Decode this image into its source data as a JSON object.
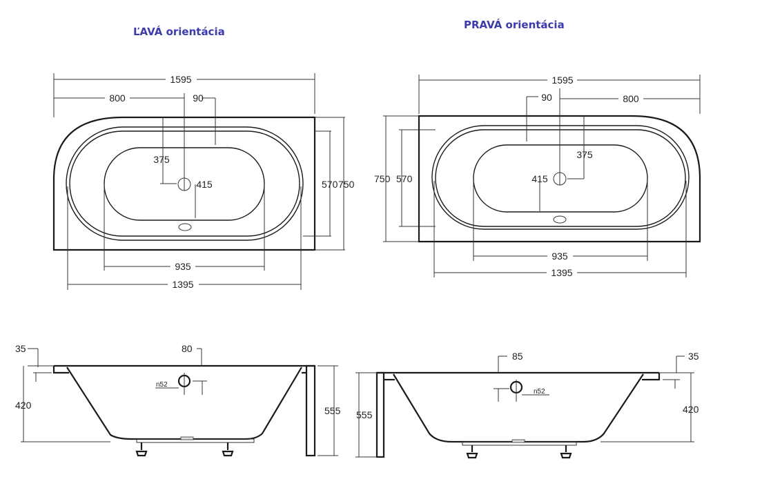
{
  "titles": {
    "left": "ĽAVÁ orientácia",
    "right": "PRAVÁ orientácia"
  },
  "left_top": {
    "total_length": "1595",
    "offset_800": "800",
    "offset_90": "90",
    "inner_375": "375",
    "inner_415": "415",
    "width_570": "570",
    "width_750": "750",
    "bowl_935": "935",
    "rim_1395": "1395"
  },
  "right_top": {
    "total_length": "1595",
    "offset_90": "90",
    "offset_800": "800",
    "inner_375": "375",
    "inner_415": "415",
    "width_750": "750",
    "width_570": "570",
    "bowl_935": "935",
    "rim_1395": "1395"
  },
  "left_side": {
    "rim_35": "35",
    "deck_80": "80",
    "depth_420": "420",
    "drain": "n52",
    "height_555": "555"
  },
  "right_side": {
    "deck_85": "85",
    "rim_35": "35",
    "height_555": "555",
    "drain": "n52",
    "depth_420": "420"
  }
}
